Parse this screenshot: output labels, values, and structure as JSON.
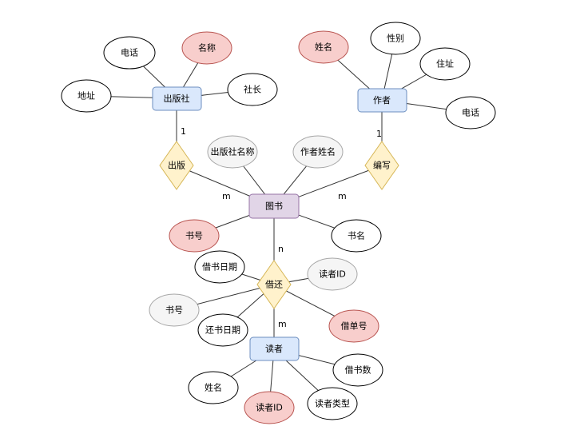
{
  "colors": {
    "entity_fill": "#dae8fc",
    "entity_stroke": "#6c8ebf",
    "entity_main_fill": "#e1d5e7",
    "entity_main_stroke": "#9673a6",
    "relation_fill": "#fff2cc",
    "relation_stroke": "#d6b656",
    "attr_fill": "#ffffff",
    "attr_stroke": "#000000",
    "attr_key_fill": "#f8cecc",
    "attr_key_stroke": "#b85450",
    "attr_fk_fill": "#f5f5f5",
    "attr_fk_stroke": "#a6a6a6"
  },
  "entities": {
    "publisher": "出版社",
    "author": "作者",
    "book": "图书",
    "reader": "读者"
  },
  "relations": {
    "publish": "出版",
    "write": "编写",
    "borrow": "借还"
  },
  "attributes": {
    "publisher_phone": "电话",
    "publisher_name": "名称",
    "publisher_address": "地址",
    "publisher_head": "社长",
    "author_name": "姓名",
    "author_gender": "性别",
    "author_address": "住址",
    "author_phone": "电话",
    "book_publisher_name": "出版社名称",
    "book_author_name": "作者姓名",
    "book_no": "书号",
    "book_title": "书名",
    "borrow_date": "借书日期",
    "borrow_reader_id": "读者ID",
    "borrow_book_no": "书号",
    "return_date": "还书日期",
    "borrow_slip_no": "借单号",
    "reader_name": "姓名",
    "reader_id": "读者ID",
    "reader_type": "读者类型",
    "reader_borrow_count": "借书数"
  },
  "cardinalities": {
    "publisher_publish": "1",
    "publish_book": "m",
    "author_write": "1",
    "write_book": "m",
    "book_borrow": "n",
    "borrow_reader": "m"
  }
}
